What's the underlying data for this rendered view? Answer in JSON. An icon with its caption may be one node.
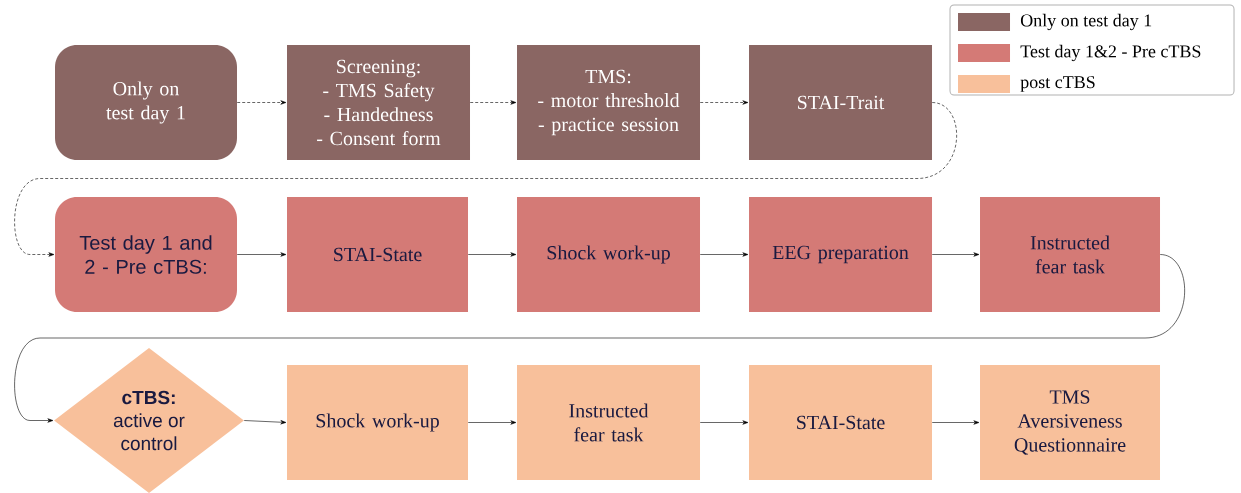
{
  "diagram": {
    "nodes": [
      {
        "text": [
          "Only on test day 1"
        ]
      },
      {
        "text": [
          "Screening:",
          "- TMS Safety",
          "- Handedness",
          "- Consent form"
        ]
      },
      {
        "text": [
          "TMS:",
          "- motor threshold",
          "- practice session"
        ]
      },
      {
        "text": [
          "STAI-Trait"
        ]
      },
      {
        "text": [
          "Test day 1 and 2 - Pre cTBS:"
        ]
      },
      {
        "text": [
          "STAI-State"
        ]
      },
      {
        "text": [
          "Shock work-up"
        ]
      },
      {
        "text": [
          "EEG preparation"
        ]
      },
      {
        "text": [
          "Instructed fear task"
        ]
      },
      {
        "text": [
          "cTBS:",
          "active or control"
        ]
      },
      {
        "text": [
          "Shock work-up"
        ]
      },
      {
        "text": [
          "Instructed fear task"
        ]
      },
      {
        "text": [
          "STAI-State"
        ]
      },
      {
        "text": [
          "TMS Aversiveness Questionnaire"
        ]
      }
    ],
    "edges": [
      {
        "from": 0,
        "to": 1,
        "arrow": "to",
        "style": "dashed"
      },
      {
        "from": 1,
        "to": 2,
        "arrow": "to",
        "style": "dashed"
      },
      {
        "from": 2,
        "to": 3,
        "arrow": "to",
        "style": "dashed"
      },
      {
        "from": 3,
        "to": 4,
        "arrow": "to",
        "style": "dashed"
      },
      {
        "from": 4,
        "to": 5,
        "arrow": "to"
      },
      {
        "from": 5,
        "to": 6,
        "arrow": "to"
      },
      {
        "from": 6,
        "to": 7,
        "arrow": "to"
      },
      {
        "from": 7,
        "to": 8,
        "arrow": "to"
      },
      {
        "from": 8,
        "to": 9,
        "arrow": "to"
      },
      {
        "from": 9,
        "to": 10,
        "arrow": "to"
      },
      {
        "from": 10,
        "to": 11,
        "arrow": "to"
      },
      {
        "from": 11,
        "to": 12,
        "arrow": "to"
      },
      {
        "from": 12,
        "to": 13,
        "arrow": "to"
      }
    ],
    "legend": [
      {
        "text": "Only on test day 1",
        "color": "#8a6663"
      },
      {
        "text": "Test day 1&2 - Pre cTBS",
        "color": "#d47a76"
      },
      {
        "text": "post cTBS",
        "color": "#f8c09b"
      }
    ]
  }
}
